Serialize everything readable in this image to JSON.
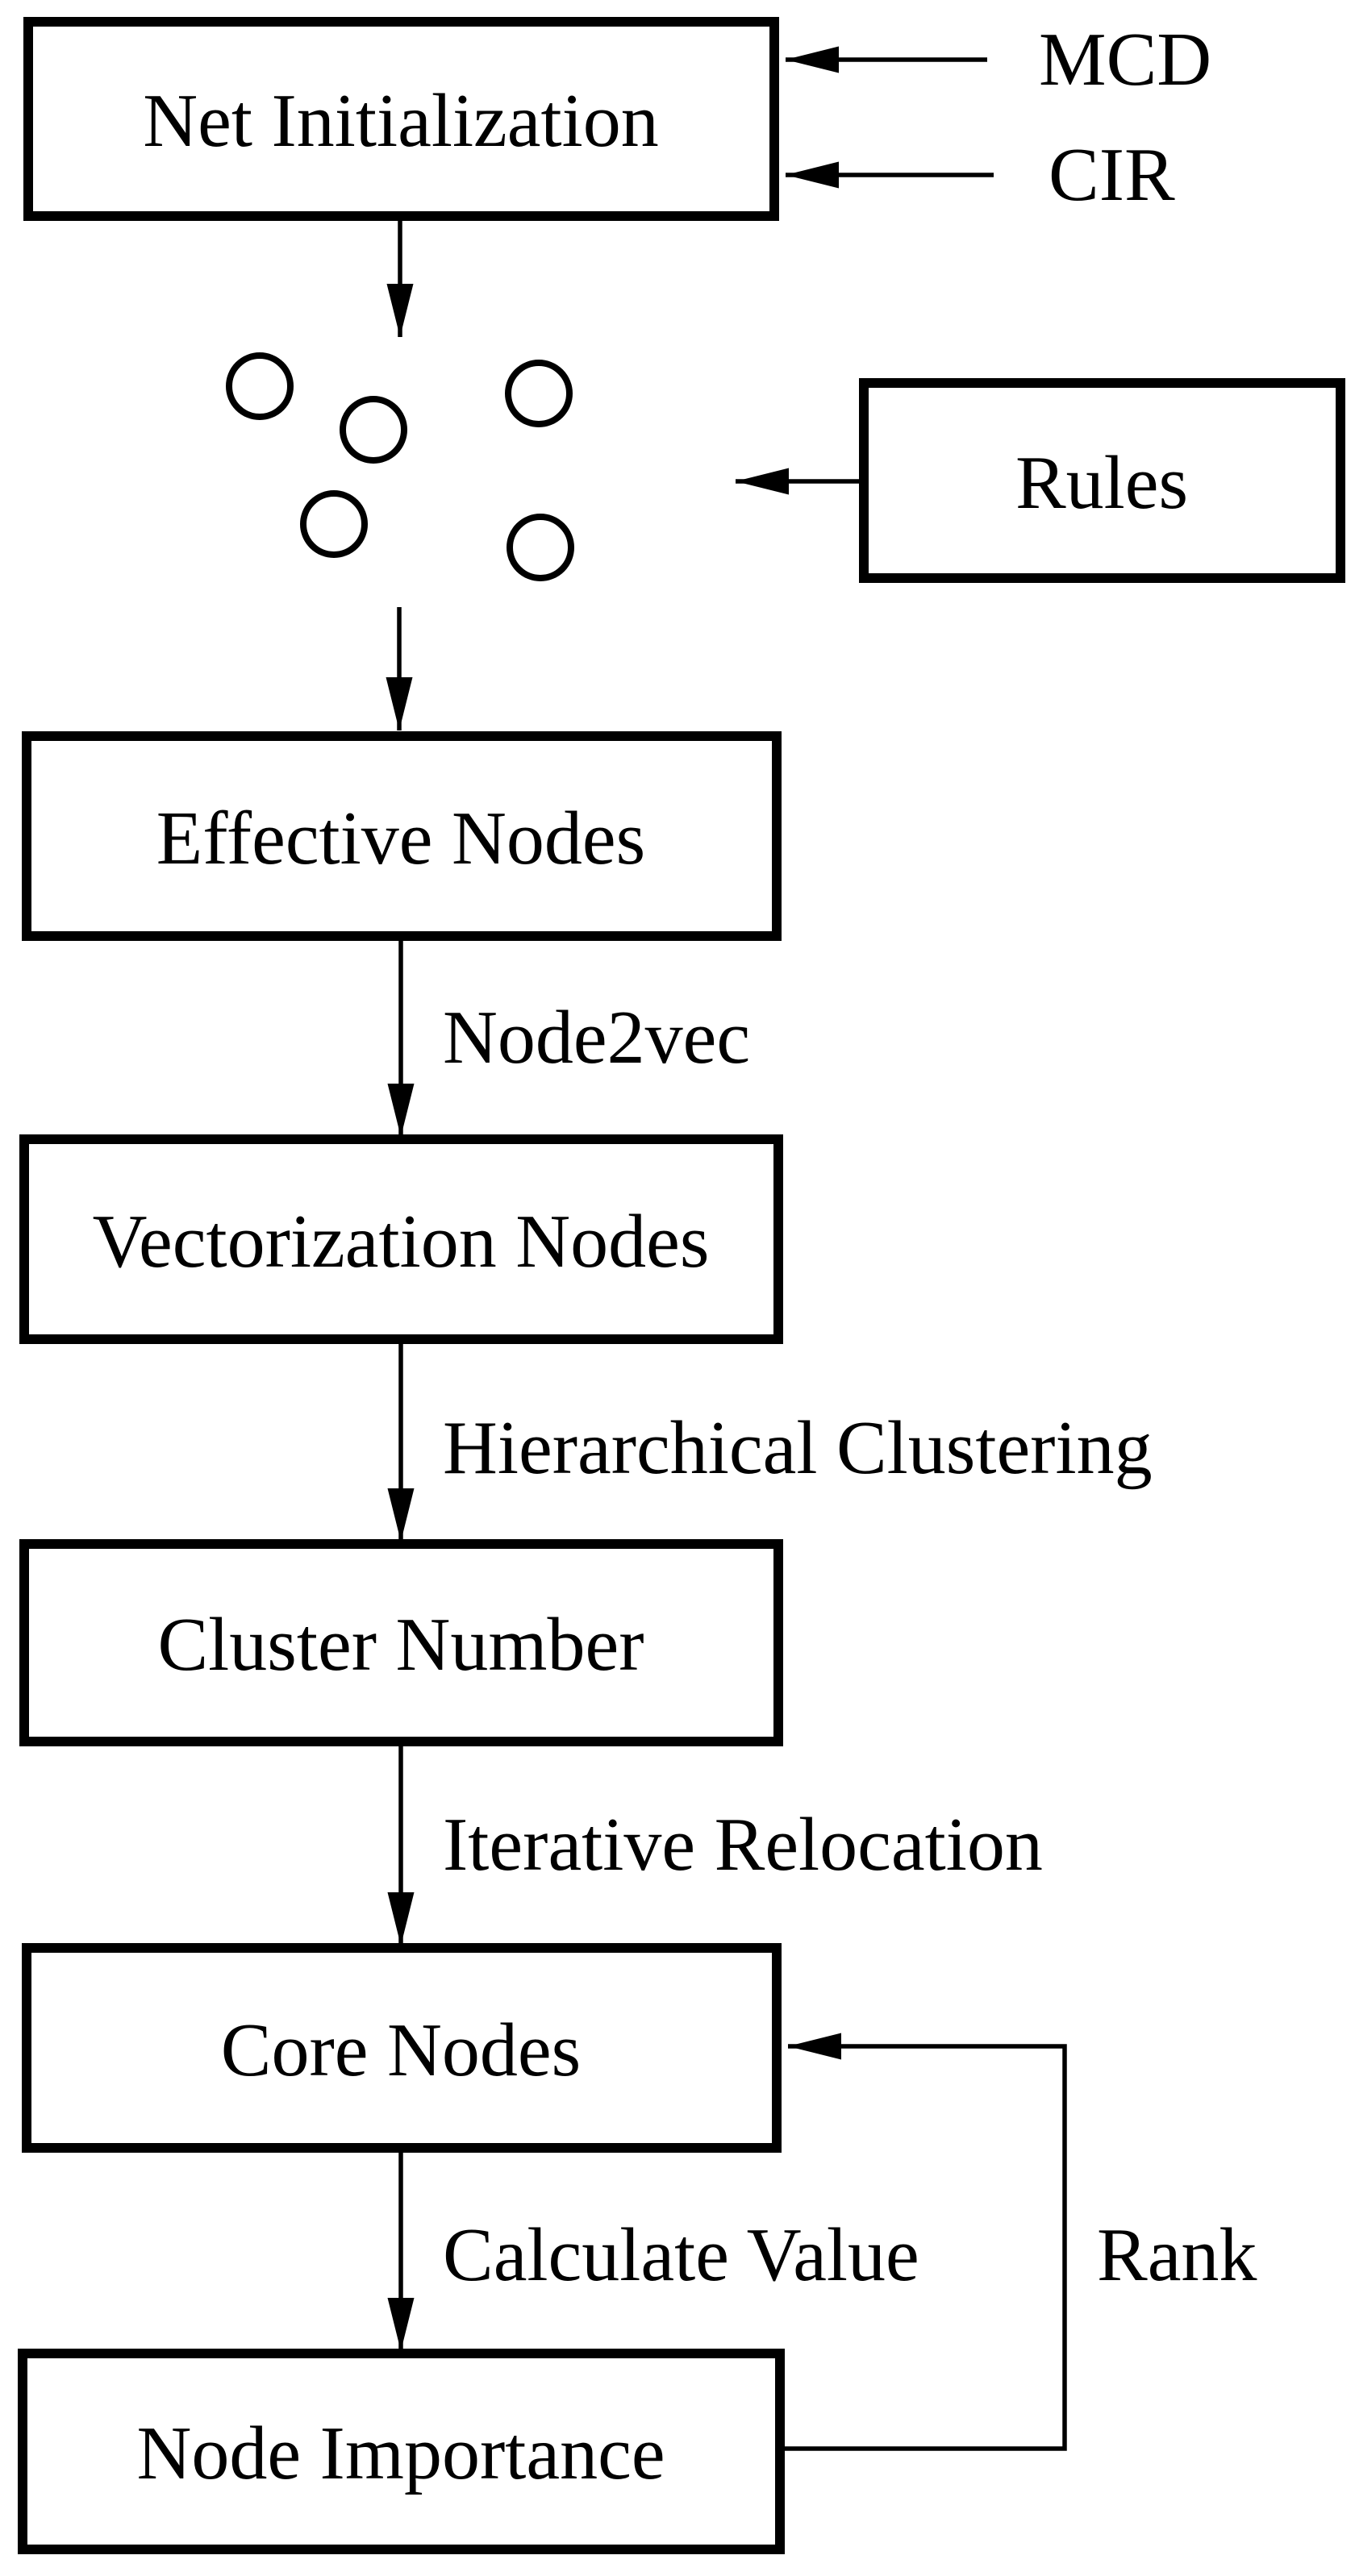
{
  "page": {
    "background_color": "#ffffff",
    "ink_color": "#000000"
  },
  "flowchart": {
    "boxes": [
      {
        "label": "Net Initialization"
      },
      {
        "label": "Effective Nodes"
      },
      {
        "label": "Vectorization Nodes"
      },
      {
        "label": "Cluster Number"
      },
      {
        "label": "Core Nodes"
      },
      {
        "label": "Node Importance"
      },
      {
        "label": "Rules"
      }
    ],
    "inputs": [
      {
        "label": "MCD"
      },
      {
        "label": "CIR"
      }
    ],
    "edge_labels": [
      {
        "label": "Node2vec"
      },
      {
        "label": "Hierarchical Clustering"
      },
      {
        "label": "Iterative Relocation"
      },
      {
        "label": "Calculate Value"
      },
      {
        "label": "Rank"
      }
    ],
    "node_cluster": {
      "circle_count": 5
    }
  }
}
